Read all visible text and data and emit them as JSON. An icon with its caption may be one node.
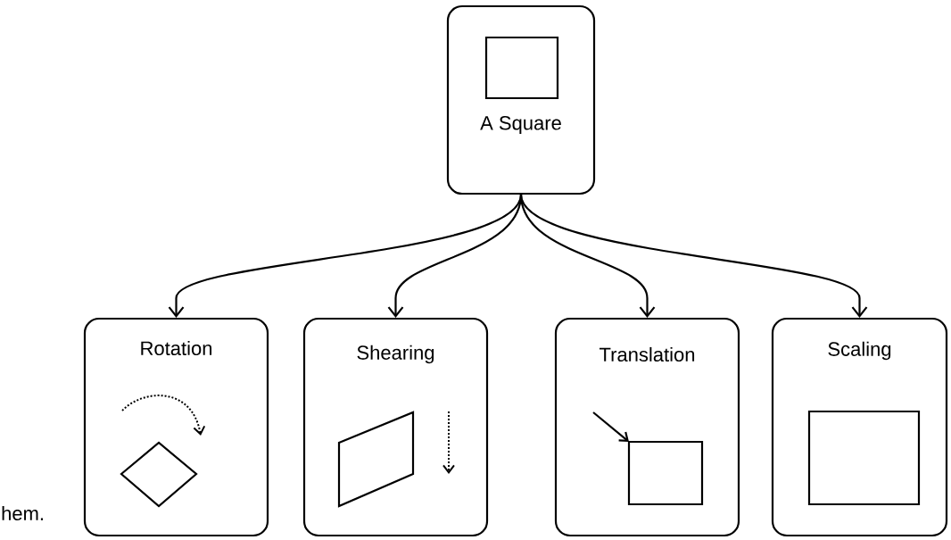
{
  "diagram": {
    "nodes": [
      {
        "text": [
          "A Square"
        ]
      },
      {
        "text": [
          "Rotation"
        ]
      },
      {
        "text": [
          "Shearing"
        ]
      },
      {
        "text": [
          "Translation"
        ]
      },
      {
        "text": [
          "Scaling"
        ]
      }
    ],
    "edges": [
      {
        "from": 0,
        "to": 1,
        "arrow": "to"
      },
      {
        "from": 0,
        "to": 2,
        "arrow": "to"
      },
      {
        "from": 0,
        "to": 3,
        "arrow": "to"
      },
      {
        "from": 0,
        "to": 4,
        "arrow": "to"
      }
    ],
    "labels": [
      "hem."
    ]
  }
}
